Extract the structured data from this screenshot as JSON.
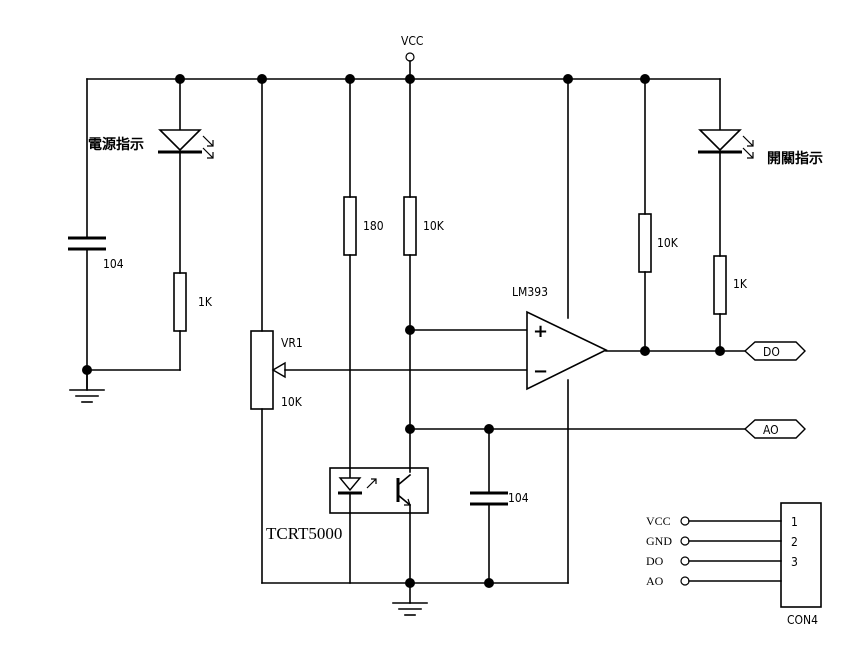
{
  "labels": {
    "vcc_top": "VCC",
    "power_led": "電源指示",
    "switch_led": "開關指示",
    "cap_left": "104",
    "res_1k_left": "1K",
    "res_180": "180",
    "res_10k_mid": "10K",
    "res_10k_right": "10K",
    "res_1k_right": "1K",
    "opamp": "LM393",
    "vr1": "VR1",
    "vr1_value": "10K",
    "sensor": "TCRT5000",
    "cap_mid": "104",
    "out_do": "DO",
    "out_ao": "AO",
    "opamp_plus": "+",
    "opamp_minus": "−"
  },
  "connector": {
    "name": "CON4",
    "pins": [
      {
        "signal": "VCC",
        "number": "1"
      },
      {
        "signal": "GND",
        "number": "2"
      },
      {
        "signal": "DO",
        "number": "3"
      },
      {
        "signal": "AO",
        "number": ""
      }
    ]
  }
}
